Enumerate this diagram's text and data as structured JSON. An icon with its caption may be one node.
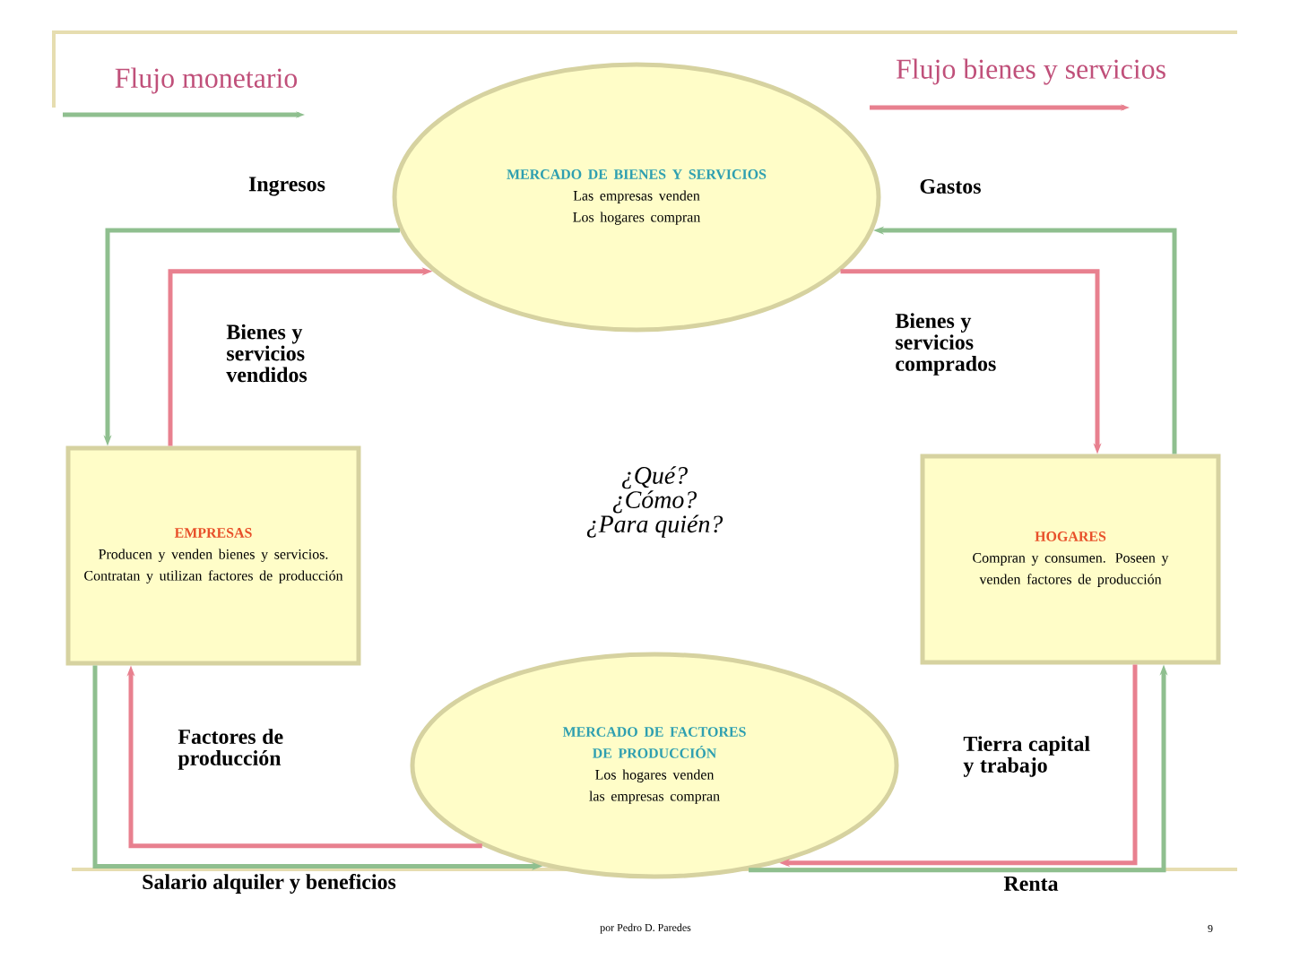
{
  "diagram": {
    "nodes": [
      {
        "text": [
          "MERCADO DE BIENES Y SERVICIOS",
          "Las empresas venden",
          "Los hogares compran"
        ]
      },
      {
        "text": [
          "EMPRESAS",
          "Producen y venden bienes y servicios. Contratan y utilizan factores de producción"
        ]
      },
      {
        "text": [
          "¿Qué?",
          "¿Cómo?",
          "¿Para quién?"
        ]
      },
      {
        "text": [
          "HOGARES",
          "Compran y consumen. Poseen y venden factores de producción"
        ]
      },
      {
        "text": [
          "MERCADO DE FACTORES DE PRODUCCIÓN",
          "Los hogares venden",
          "las empresas compran"
        ]
      }
    ],
    "edges": [
      {
        "from": 0,
        "to": 1,
        "arrow": "to",
        "color": "#8fbf8f"
      },
      {
        "from": 1,
        "to": 0,
        "arrow": "to",
        "color": "#e8808f"
      },
      {
        "from": 0,
        "to": 3,
        "arrow": "to",
        "color": "#e8808f"
      },
      {
        "from": 3,
        "to": 0,
        "arrow": "to",
        "color": "#8fbf8f"
      },
      {
        "from": 3,
        "to": 4,
        "arrow": "to",
        "color": "#e8808f"
      },
      {
        "from": 4,
        "to": 3,
        "arrow": "to",
        "color": "#8fbf8f"
      },
      {
        "from": 4,
        "to": 1,
        "arrow": "to",
        "color": "#e8808f"
      },
      {
        "from": 1,
        "to": 4,
        "arrow": "to",
        "color": "#8fbf8f"
      }
    ],
    "labels": [
      "Ingresos",
      "Gastos",
      "Bienes y servicios vendidos",
      "Bienes y servicios comprados",
      "Factores de producción",
      "Tierra capital y trabajo",
      "Salario alquiler y beneficios",
      "Renta",
      "por Pedro D. Paredes",
      "9"
    ],
    "legend": [
      {
        "text": "Flujo monetario"
      },
      {
        "text": "Flujo bienes y servicios"
      }
    ]
  }
}
